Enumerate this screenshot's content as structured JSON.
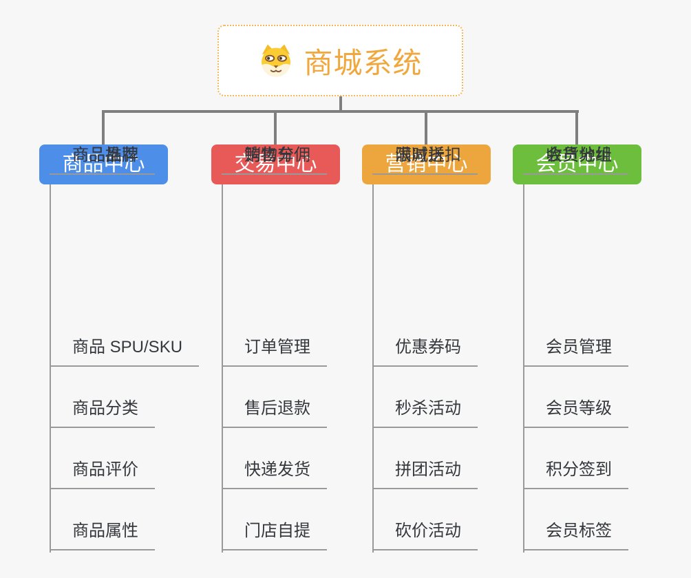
{
  "root": {
    "title": "商城系统",
    "icon": "dog-face-icon"
  },
  "colors": {
    "background": "#F7F7F7",
    "connector": "#7F7F7F",
    "leaf_line": "#999999",
    "leaf_text": "#34373C",
    "root_text": "#F0A83D",
    "root_border": "#F3B959"
  },
  "branches": [
    {
      "label": "商品中心",
      "color": "#4D8EE9",
      "children": [
        "商品 SPU/SKU",
        "商品分类",
        "商品评价",
        "商品属性",
        "商品推荐",
        "商品品牌"
      ]
    },
    {
      "label": "交易中心",
      "color": "#E85A57",
      "children": [
        "订单管理",
        "售后退款",
        "快递发货",
        "门店自提",
        "购物车",
        "销售分佣"
      ]
    },
    {
      "label": "营销中心",
      "color": "#EDA63D",
      "children": [
        "优惠券码",
        "秒杀活动",
        "拼团活动",
        "砍价活动",
        "限时折扣",
        "满减送"
      ]
    },
    {
      "label": "会员中心",
      "color": "#6CBE3C",
      "children": [
        "会员管理",
        "会员等级",
        "积分签到",
        "会员标签",
        "会员分组",
        "收货地址"
      ]
    }
  ]
}
